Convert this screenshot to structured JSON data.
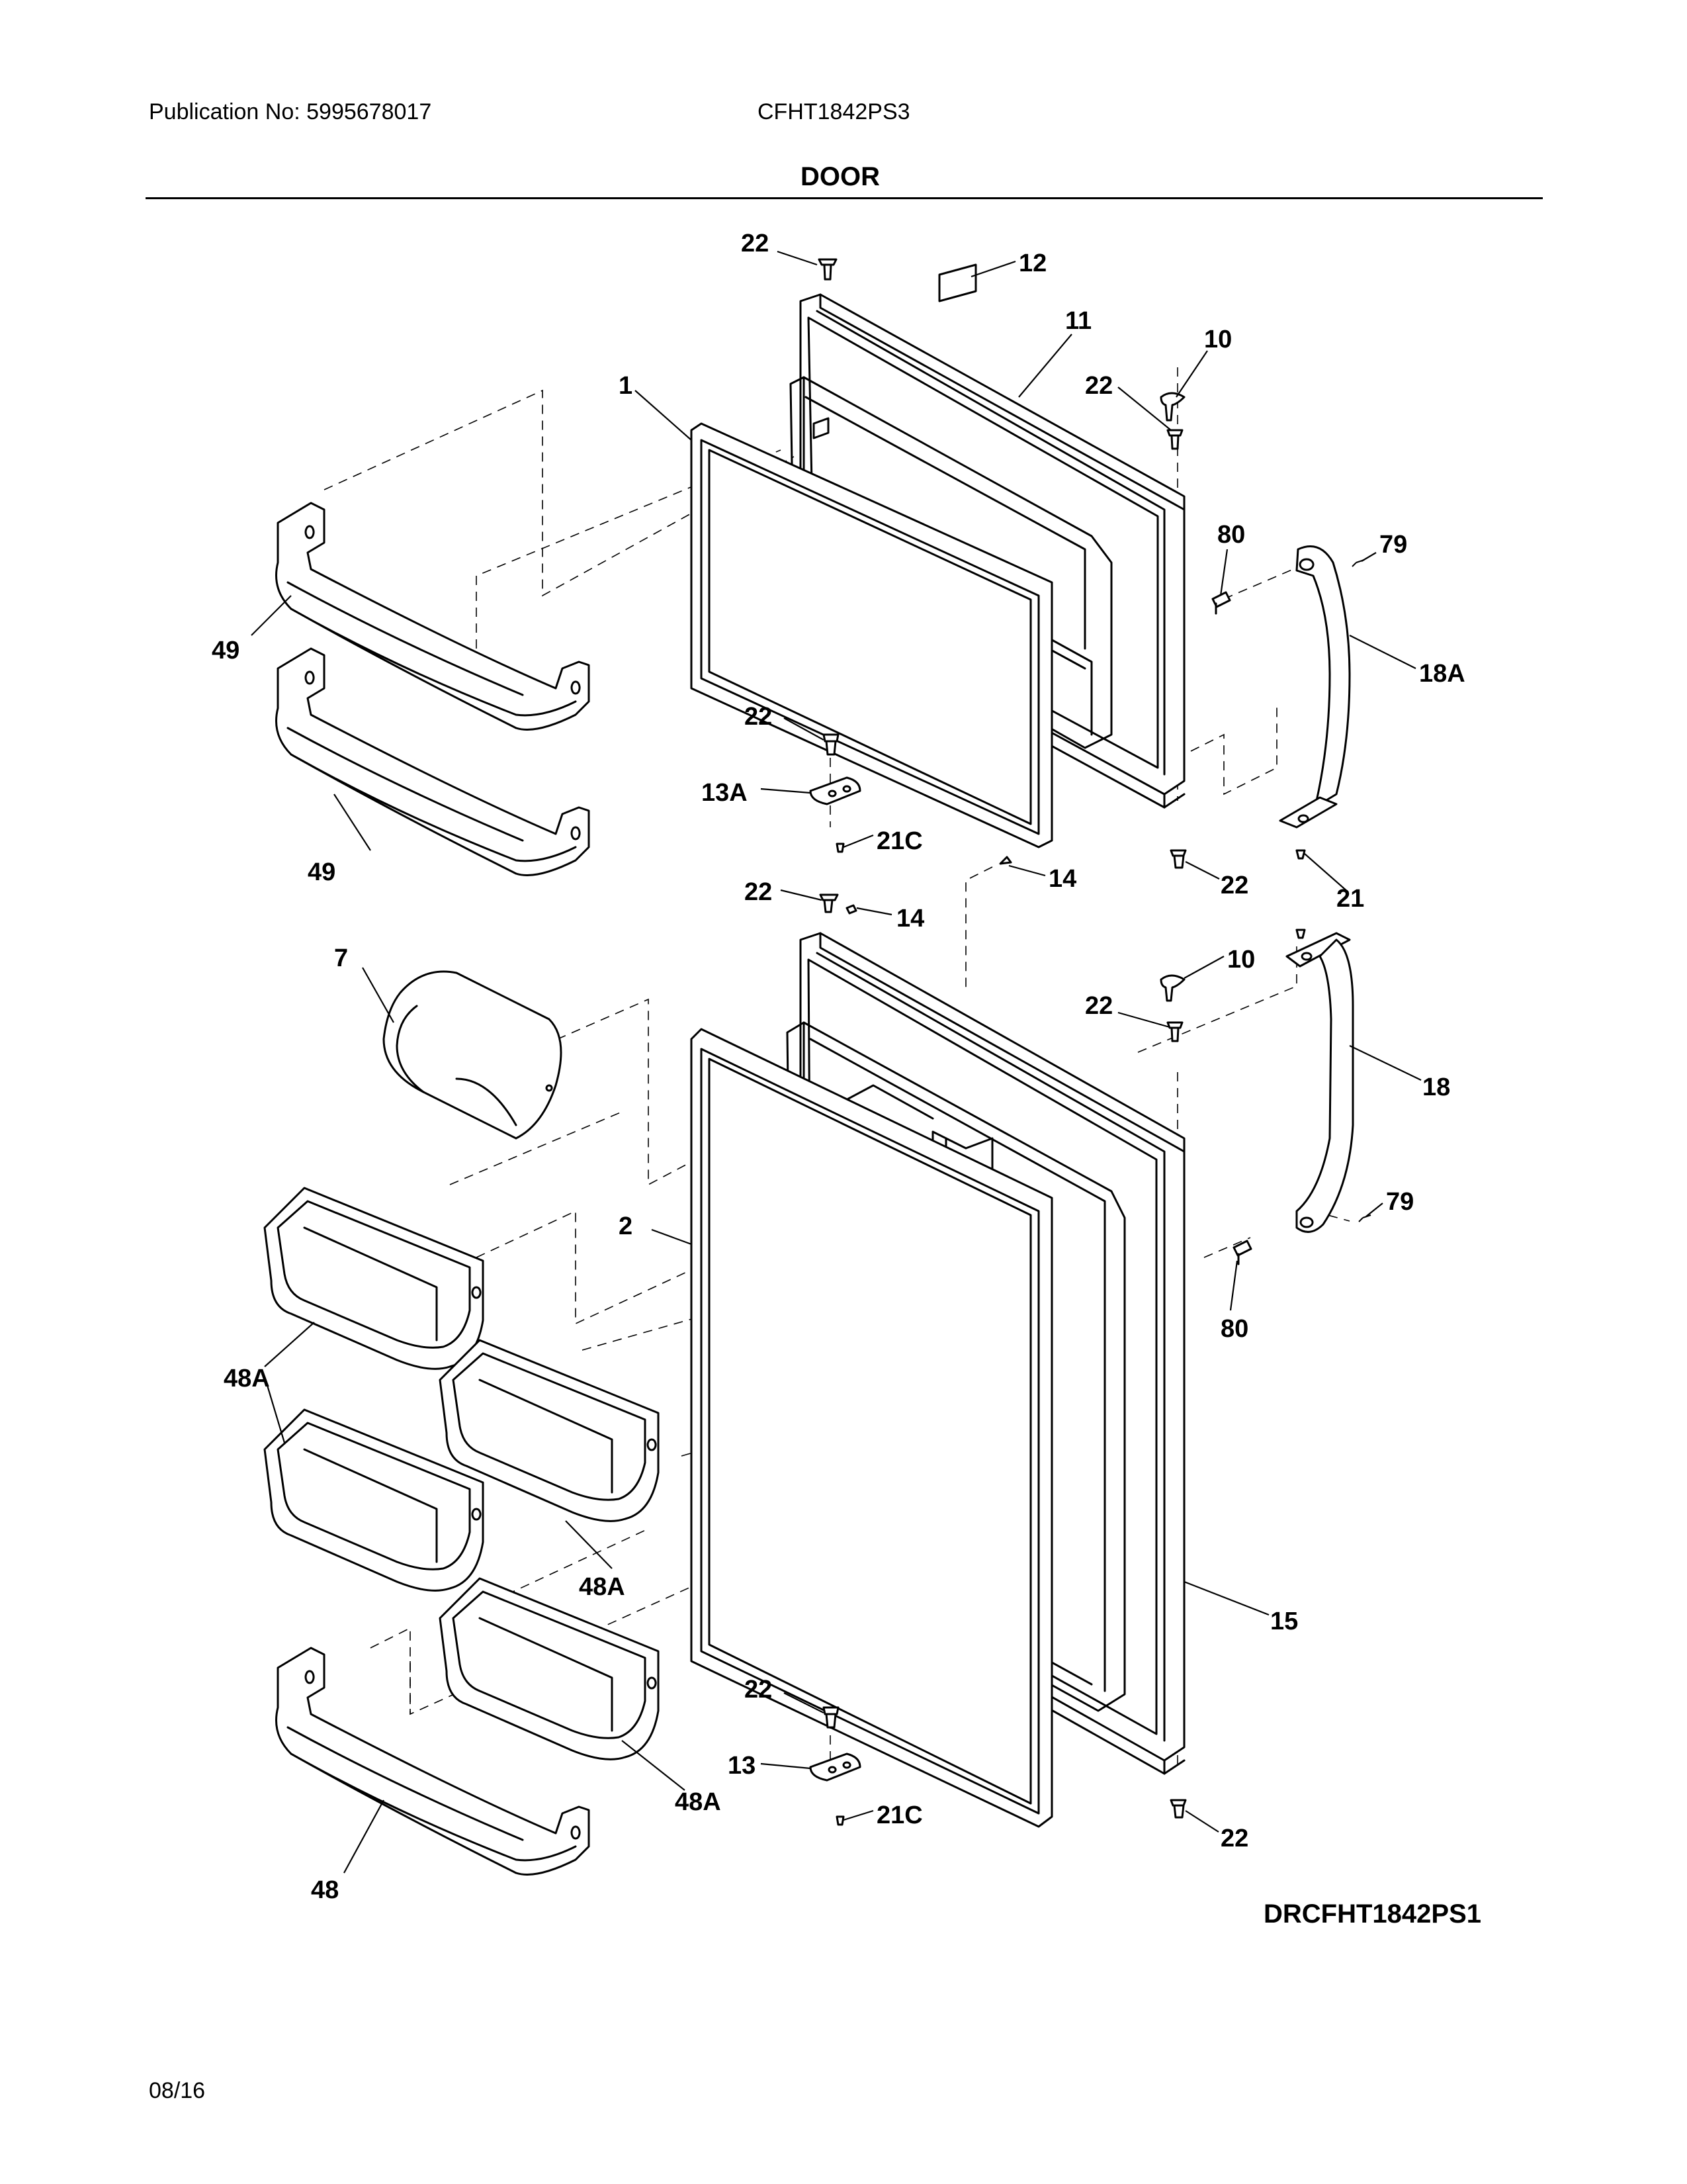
{
  "header": {
    "publication": "Publication No: 5995678017",
    "model": "CFHT1842PS3",
    "section_title": "DOOR"
  },
  "diagram": {
    "reference_code": "DRCFHT1842PS1",
    "callouts": {
      "c1": "1",
      "c2": "2",
      "c7": "7",
      "c10a": "10",
      "c10b": "10",
      "c11": "11",
      "c12": "12",
      "c13": "13",
      "c13A": "13A",
      "c14a": "14",
      "c14b": "14",
      "c15": "15",
      "c18": "18",
      "c18A": "18A",
      "c21": "21",
      "c21Ca": "21C",
      "c21Cb": "21C",
      "c22a": "22",
      "c22b": "22",
      "c22c": "22",
      "c22d": "22",
      "c22e": "22",
      "c22f": "22",
      "c22g": "22",
      "c22h": "22",
      "c48": "48",
      "c48Aa": "48A",
      "c48Ab": "48A",
      "c48Ac": "48A",
      "c49a": "49",
      "c49b": "49",
      "c79a": "79",
      "c79b": "79",
      "c80a": "80",
      "c80b": "80"
    }
  },
  "footer": {
    "date": "08/16"
  }
}
